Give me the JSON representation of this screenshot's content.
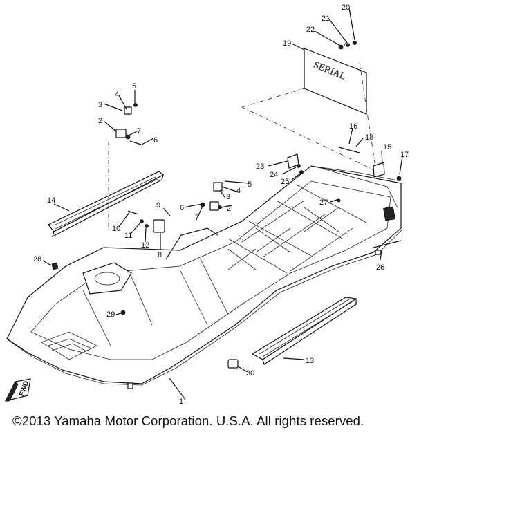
{
  "copyright": "©2013 Yamaha Motor Corporation. U.S.A. All rights reserved.",
  "plate_text": "SERIAL",
  "fwd_label": "FWD",
  "callouts": [
    "1",
    "2",
    "2",
    "3",
    "3",
    "4",
    "4",
    "5",
    "5",
    "6",
    "6",
    "7",
    "7",
    "8",
    "9",
    "10",
    "11",
    "12",
    "13",
    "14",
    "15",
    "16",
    "17",
    "18",
    "19",
    "20",
    "21",
    "22",
    "23",
    "24",
    "25",
    "26",
    "27",
    "28",
    "29",
    "30"
  ]
}
